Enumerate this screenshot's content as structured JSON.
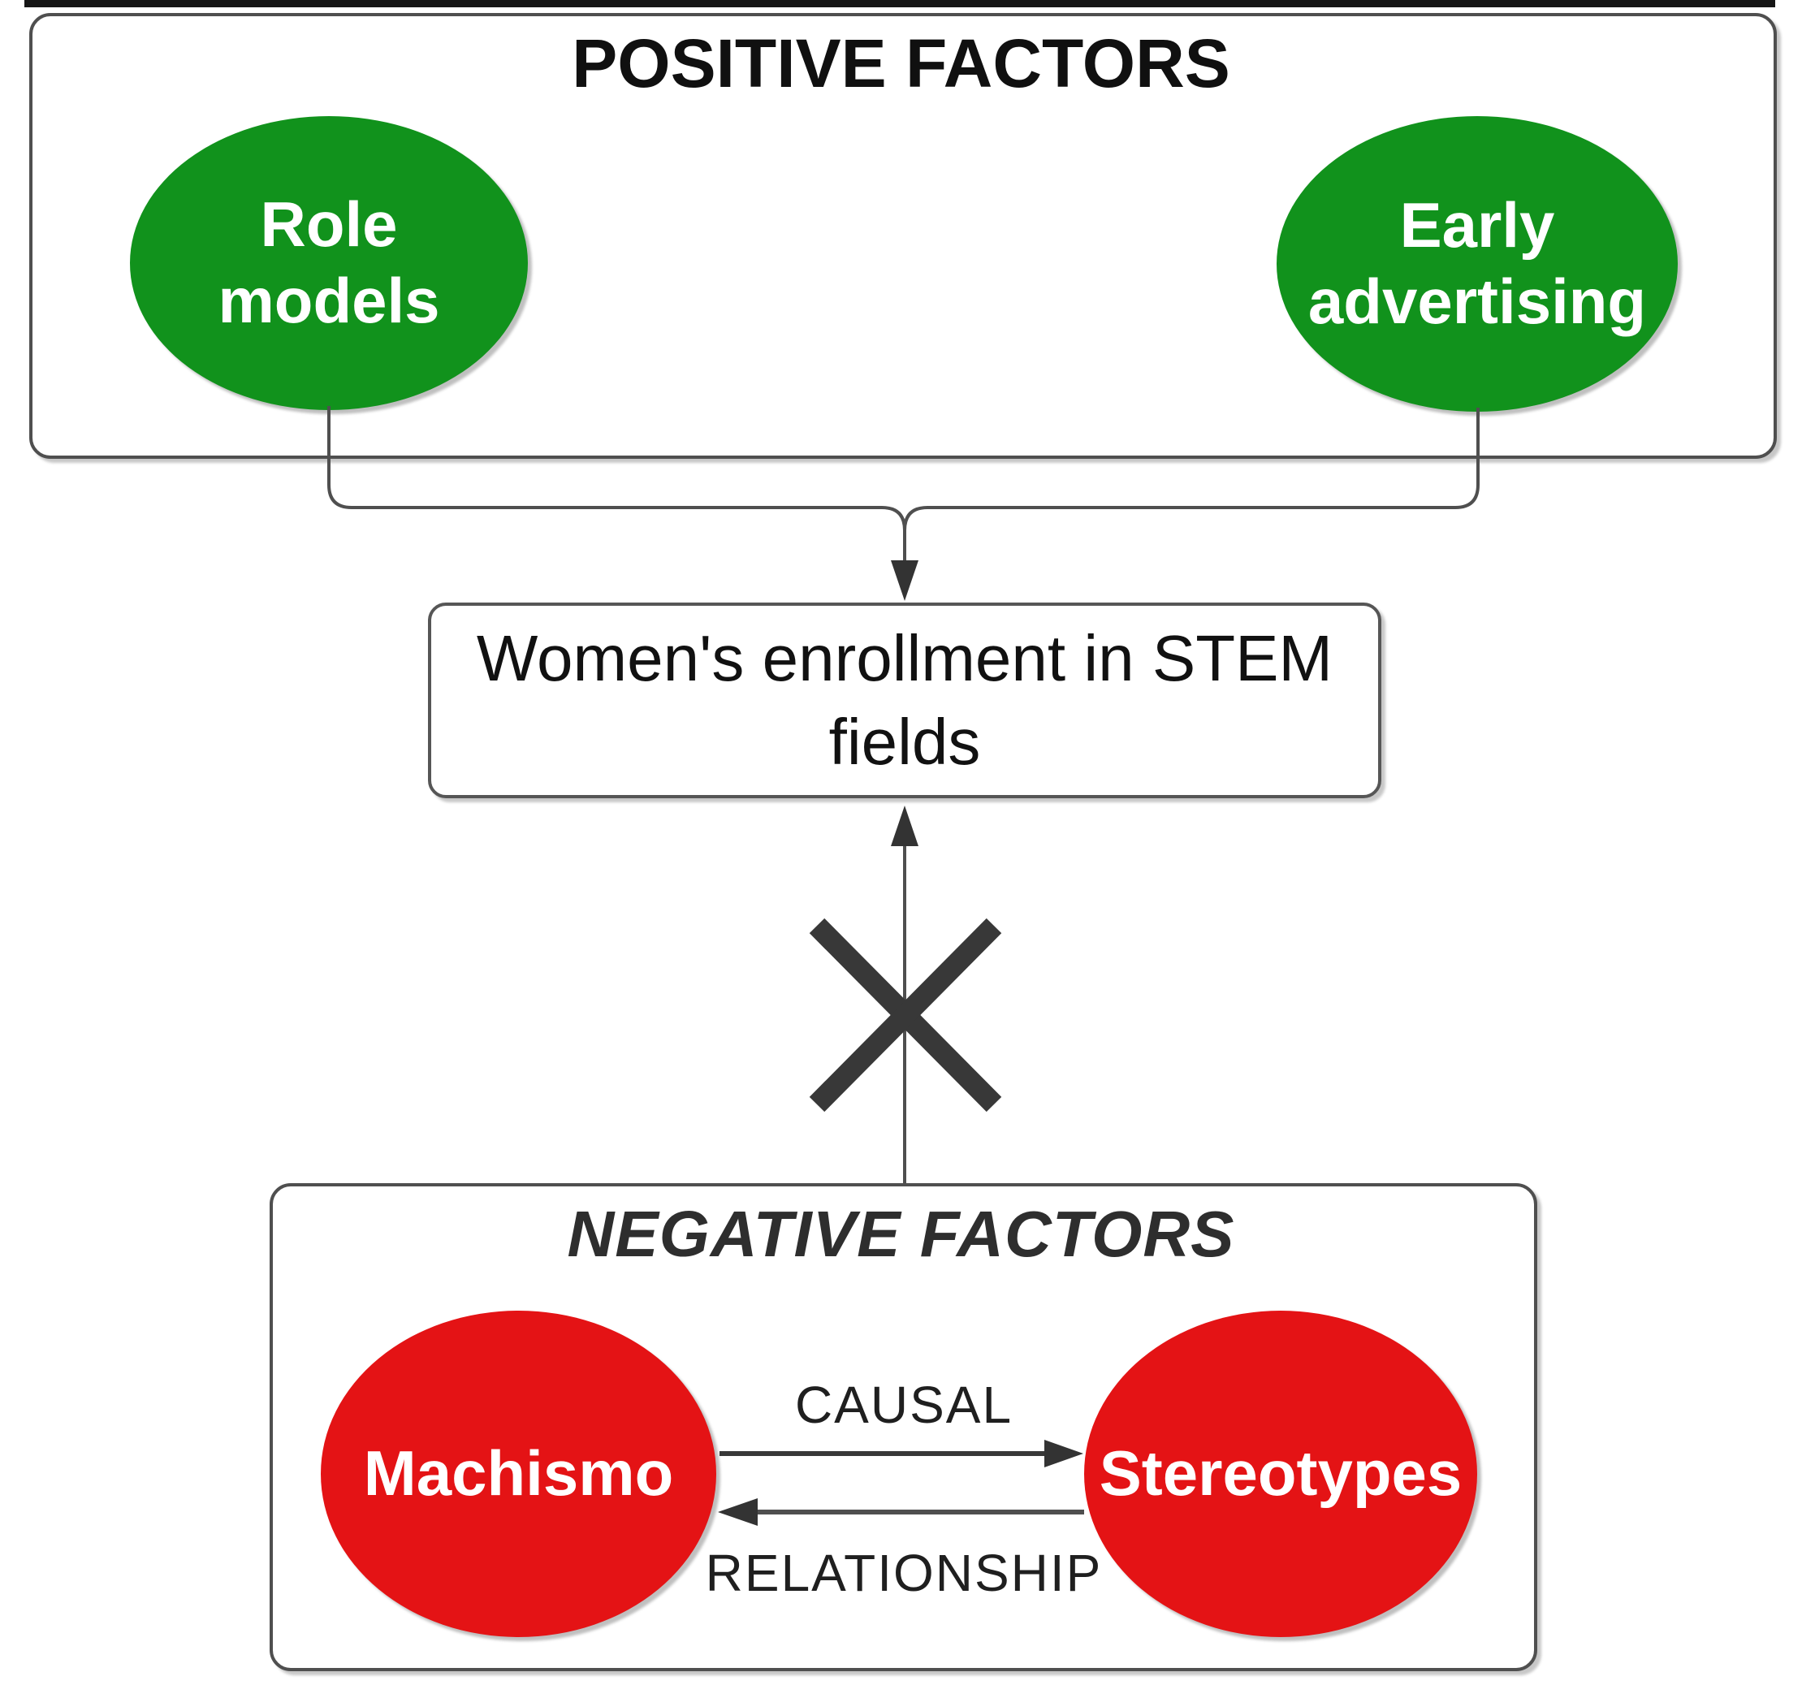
{
  "figure": {
    "description": "Concept diagram of factors affecting women's enrollment in STEM"
  },
  "colors": {
    "positive_node_green": "#11921c",
    "negative_node_red": "#e41315",
    "connector_line": "#4f4f4f",
    "arrowhead": "#333333",
    "x_mark": "#383838",
    "node_text": "#ffffff",
    "title_text": "#101010"
  },
  "positive_section": {
    "title": "POSITIVE FACTORS",
    "nodes": [
      {
        "id": "role-models",
        "line1": "Role",
        "line2": "models"
      },
      {
        "id": "early-advertising",
        "line1": "Early",
        "line2": "advertising"
      }
    ]
  },
  "outcome_node": {
    "line1": "Women's enrollment in STEM",
    "line2": "fields"
  },
  "negative_section": {
    "title": "NEGATIVE FACTORS",
    "nodes": [
      {
        "id": "machismo",
        "label": "Machismo"
      },
      {
        "id": "stereotypes",
        "label": "Stereotypes"
      }
    ],
    "arrow_labels": {
      "causal": "CAUSAL",
      "relationship": "RELATIONSHIP"
    }
  }
}
